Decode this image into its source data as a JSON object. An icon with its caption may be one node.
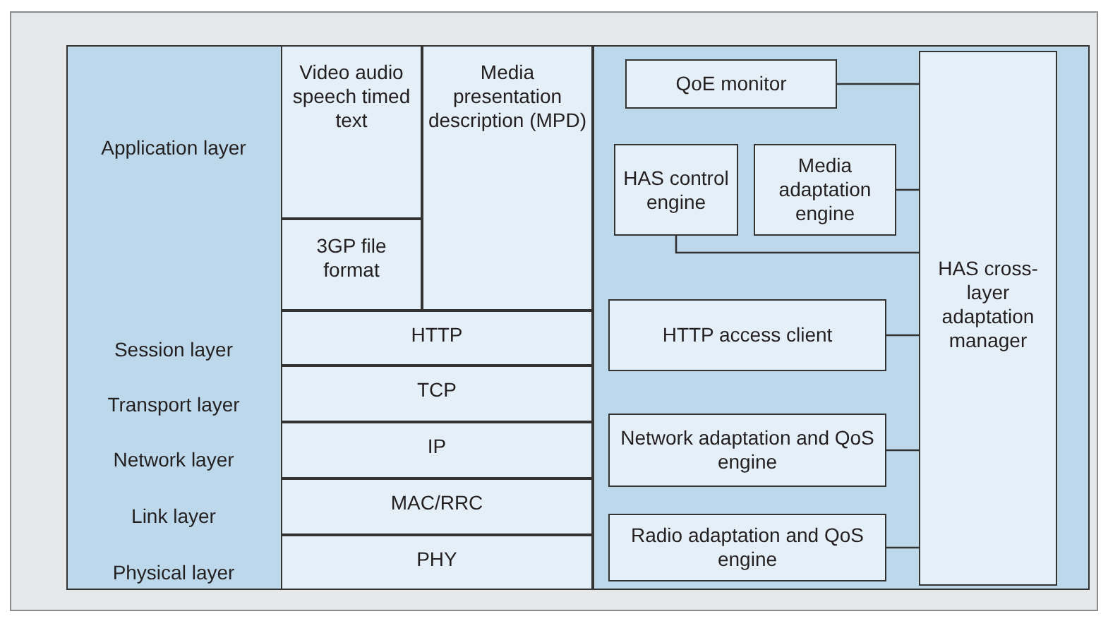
{
  "diagram": {
    "nodes": [
      {
        "text": [
          "Video audio speech timed text"
        ]
      },
      {
        "text": [
          "3GP file format"
        ]
      },
      {
        "text": [
          "Media presentation description (MPD)"
        ]
      },
      {
        "text": [
          "HTTP"
        ]
      },
      {
        "text": [
          "TCP"
        ]
      },
      {
        "text": [
          "IP"
        ]
      },
      {
        "text": [
          "MAC/RRC"
        ]
      },
      {
        "text": [
          "PHY"
        ]
      },
      {
        "text": [
          "QoE monitor"
        ]
      },
      {
        "text": [
          "HAS control engine"
        ]
      },
      {
        "text": [
          "Media adaptation engine"
        ]
      },
      {
        "text": [
          "HAS cross-layer adaptation manager"
        ]
      },
      {
        "text": [
          "HTTP access client"
        ]
      },
      {
        "text": [
          "Network adaptation and QoS engine"
        ]
      },
      {
        "text": [
          "Radio adaptation and QoS engine"
        ]
      }
    ],
    "edges": [
      {
        "from": 8,
        "to": 11,
        "arrow": "none"
      },
      {
        "from": 10,
        "to": 11,
        "arrow": "none"
      },
      {
        "from": 9,
        "to": 11,
        "arrow": "none"
      },
      {
        "from": 12,
        "to": 11,
        "arrow": "none"
      },
      {
        "from": 13,
        "to": 11,
        "arrow": "none"
      },
      {
        "from": 14,
        "to": 11,
        "arrow": "none"
      }
    ],
    "labels": [
      "Application layer",
      "Session layer",
      "Transport layer",
      "Network layer",
      "Link layer",
      "Physical layer"
    ]
  }
}
